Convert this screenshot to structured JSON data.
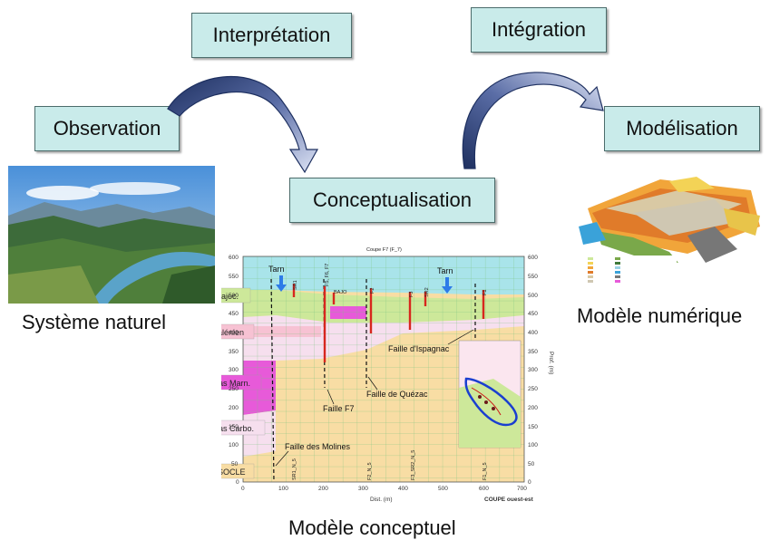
{
  "steps": {
    "interpretation": "Interprétation",
    "integration": "Intégration",
    "observation": "Observation",
    "modelisation": "Modélisation",
    "conceptualisation": "Conceptualisation"
  },
  "captions": {
    "natural": "Système naturel",
    "numerical": "Modèle numérique",
    "conceptual": "Modèle conceptuel"
  },
  "section": {
    "header": "Coupe F7 (F_7)",
    "footer": "COUPE ouest-est",
    "x_label": "Dist. (m)",
    "y_label": "Prof. (m)",
    "x_ticks": [
      "0",
      "100",
      "200",
      "300",
      "400",
      "500",
      "600",
      "700"
    ],
    "y_ticks": [
      "0",
      "50",
      "100",
      "150",
      "200",
      "250",
      "300",
      "350",
      "400",
      "450",
      "500",
      "550",
      "600"
    ],
    "layers": {
      "bajoc": "Bajoc.",
      "aalenien": "Aalénien",
      "lias_marn": "Lias Marn.",
      "lias_carbo": "Lias Carbo.",
      "socle": "SOCLE"
    },
    "rivers": {
      "tarn_1": "Tarn",
      "tarn_2": "Tarn"
    },
    "faults": {
      "f7": "Faille F7",
      "quezac": "Faille de Quézac",
      "ispagnac": "Faille d'Ispagnac",
      "molines": "Faille des Molines"
    },
    "wells": {
      "sr1": "SR1",
      "f5f6f7": "F5, F6, F7",
      "bajo": "BAJO",
      "f2": "F2",
      "f3": "F3",
      "sr2": "SR2",
      "f1": "F1"
    },
    "bottom_labels": {
      "b1": "SR1_N_5",
      "b2": "F2_N_5",
      "b3": "F3_SR2_N_5",
      "b4": "F1_N_5"
    }
  },
  "colors": {
    "box_fill": "#c9ebea",
    "box_border": "#4b6c6b",
    "arrow_fill": "#c2cdec",
    "arrow_dark": "#1e3060",
    "fault_red": "#d7261e",
    "grid_green": "#7bc47f",
    "sky_blue": "#a9e4ea",
    "bajoc_green": "#cde89a",
    "aalenien_pink": "#f7c2d3",
    "lias_marn_magenta": "#e75ad9",
    "lias_carbo_pink": "#f6dfee",
    "base_tan": "#f8dda4"
  }
}
